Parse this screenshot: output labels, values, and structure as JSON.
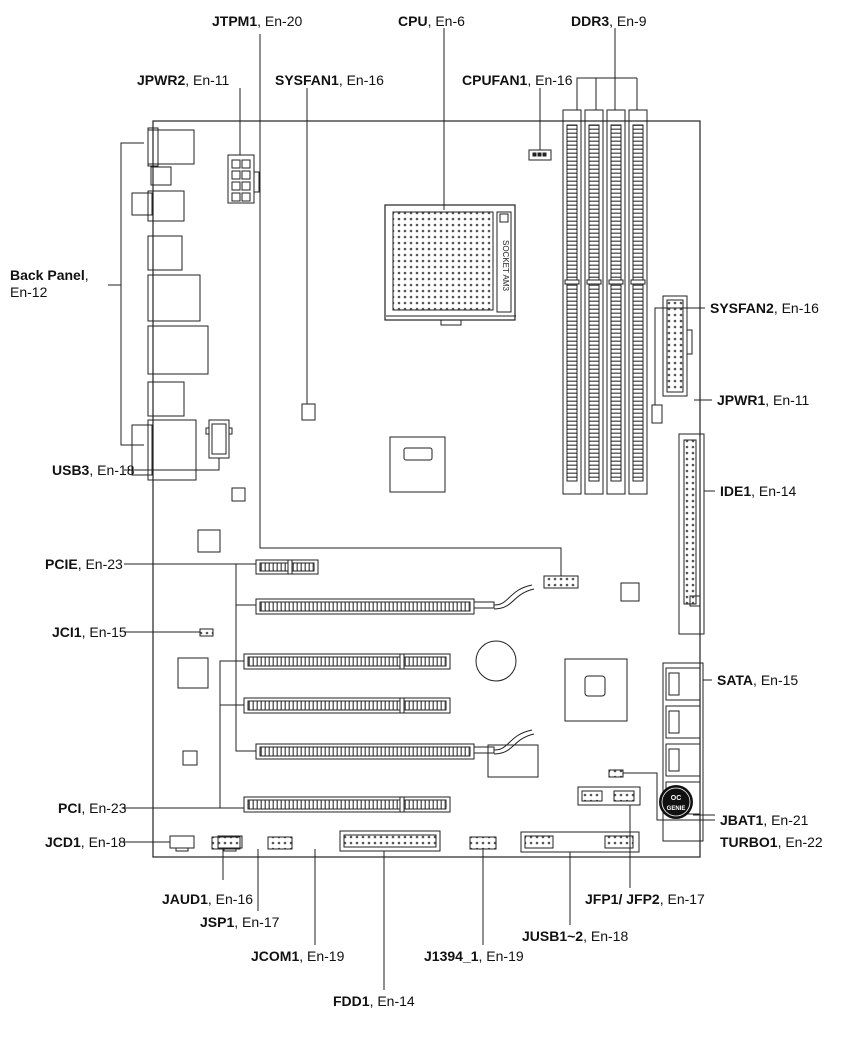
{
  "callouts": {
    "jtpm1": {
      "name": "JTPM1",
      "ref": ", En-20"
    },
    "cpu": {
      "name": "CPU",
      "ref": ", En-6"
    },
    "ddr3": {
      "name": "DDR3",
      "ref": ", En-9"
    },
    "jpwr2": {
      "name": "JPWR2",
      "ref": ", En-11"
    },
    "sysfan1": {
      "name": "SYSFAN1",
      "ref": ", En-16"
    },
    "cpufan1": {
      "name": "CPUFAN1",
      "ref": ", En-16"
    },
    "backpanel": {
      "name": "Back Panel",
      "ref": ",",
      "ref2": "En-12"
    },
    "sysfan2": {
      "name": "SYSFAN2",
      "ref": ", En-16"
    },
    "jpwr1": {
      "name": "JPWR1",
      "ref": ", En-11"
    },
    "usb3": {
      "name": "USB3",
      "ref": ", En-18"
    },
    "ide1": {
      "name": "IDE1",
      "ref": ", En-14"
    },
    "pcie": {
      "name": "PCIE",
      "ref": ", En-23"
    },
    "jci1": {
      "name": "JCI1",
      "ref": ", En-15"
    },
    "sata": {
      "name": "SATA",
      "ref": ", En-15"
    },
    "pci": {
      "name": "PCI",
      "ref": ", En-23"
    },
    "jbat1": {
      "name": "JBAT1",
      "ref": ", En-21"
    },
    "jcd1": {
      "name": "JCD1",
      "ref": ", En-18"
    },
    "turbo1": {
      "name": "TURBO1",
      "ref": ", En-22"
    },
    "jaud1": {
      "name": "JAUD1",
      "ref": ", En-16"
    },
    "jfp": {
      "name": "JFP1/ JFP2",
      "ref": ", En-17"
    },
    "jsp1": {
      "name": "JSP1",
      "ref": ", En-17"
    },
    "jusb": {
      "name": "JUSB1~2",
      "ref": ", En-18"
    },
    "jcom1": {
      "name": "JCOM1",
      "ref": ", En-19"
    },
    "j1394": {
      "name": "J1394_1",
      "ref": ", En-19"
    },
    "fdd1": {
      "name": "FDD1",
      "ref": ", En-14"
    }
  },
  "board_labels": {
    "socket_text": "SOCKET AM3",
    "oc_genie_line1": "OC",
    "oc_genie_line2": "GENIE"
  }
}
